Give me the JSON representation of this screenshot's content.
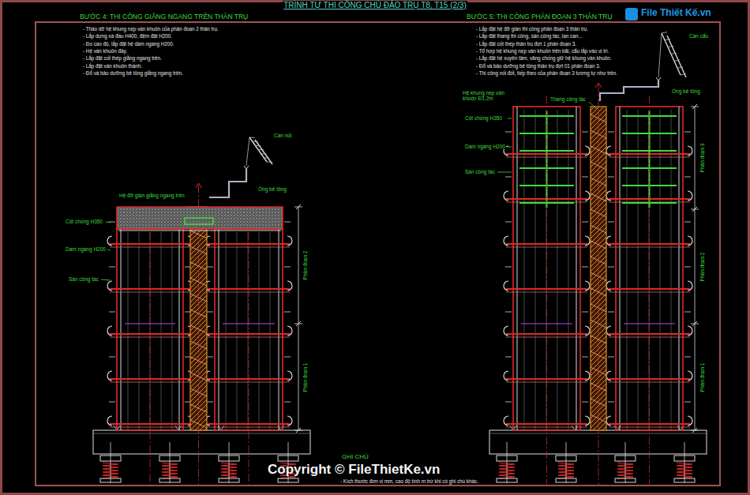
{
  "diagram": {
    "title": "TRÌNH TỰ THI CÔNG CHỦ ĐẢO TRỤ T8, T15 (2/3)",
    "labels": [
      "BƯỚC 4: THI CÔNG GIẰNG NGANG TRÊN THÂN TRỤ",
      "- Tháo dỡ hệ khung nẹp ván khuôn của phân đoạn 2 thân trụ.",
      "- Lắp dựng xà đầu H400, đệm đặt H200.",
      "- Đo cao độ, lắp đặt hệ dầm ngang H200.",
      "- Hệ ván khuôn đáy.",
      "- Lắp đặt cốt thép giằng ngang trên.",
      "- Lắp đặt ván khuôn thành.",
      "- Đổ và bảo dưỡng bê tông giằng ngang trên.",
      "BƯỚC 5: THI CÔNG PHÂN ĐOẠN 3 THÂN TRỤ",
      "- Lắp đặt hệ đỡ giàn thi công phân đoạn 3 thân trụ.",
      "- Lắp đặt thang thi công, sàn công tác, lan can...",
      "- Lắp đặt cốt thép thân trụ đợt 1 phân đoạn 3.",
      "- Tổ hợp hệ khung nẹp ván khuôn trên bãi, cẩu lắp vào vị trí.",
      "- Lắp đặt hệ xuyên tâm, văng chống giữ hệ khung ván khuôn.",
      "- Đổ và bảo dưỡng bê tông thân trụ đợt 01 phân đoạn 3.",
      "- Thi công nối đốt, tiếp theo của phân đoạn 3 tương tự như trên.",
      "Cần nối",
      "Ống bê tông",
      "Hệ đỡ giàn giằng ngang trên",
      "Cột chống H350",
      "Dầm ngang H200",
      "Sàn công tác",
      "Phân đoạn 2",
      "Phân đoạn 1",
      "Cần cẩu",
      "Ống bê tông",
      "Hệ khung nẹp ván khuôn Đ1.2m",
      "Thang công tác",
      "Cột chống H350",
      "Dầm ngang H200",
      "Sàn công tác",
      "Phân đoạn 3",
      "Phân đoạn 2",
      "Phân đoạn 1",
      "GHI CHÚ",
      "- Kích thước đơn vị mm, cao độ tính m trừ khi có ghi chú khác.",
      "Copyright © FileThietKe.vn",
      "File Thiết Kế.vn"
    ]
  }
}
